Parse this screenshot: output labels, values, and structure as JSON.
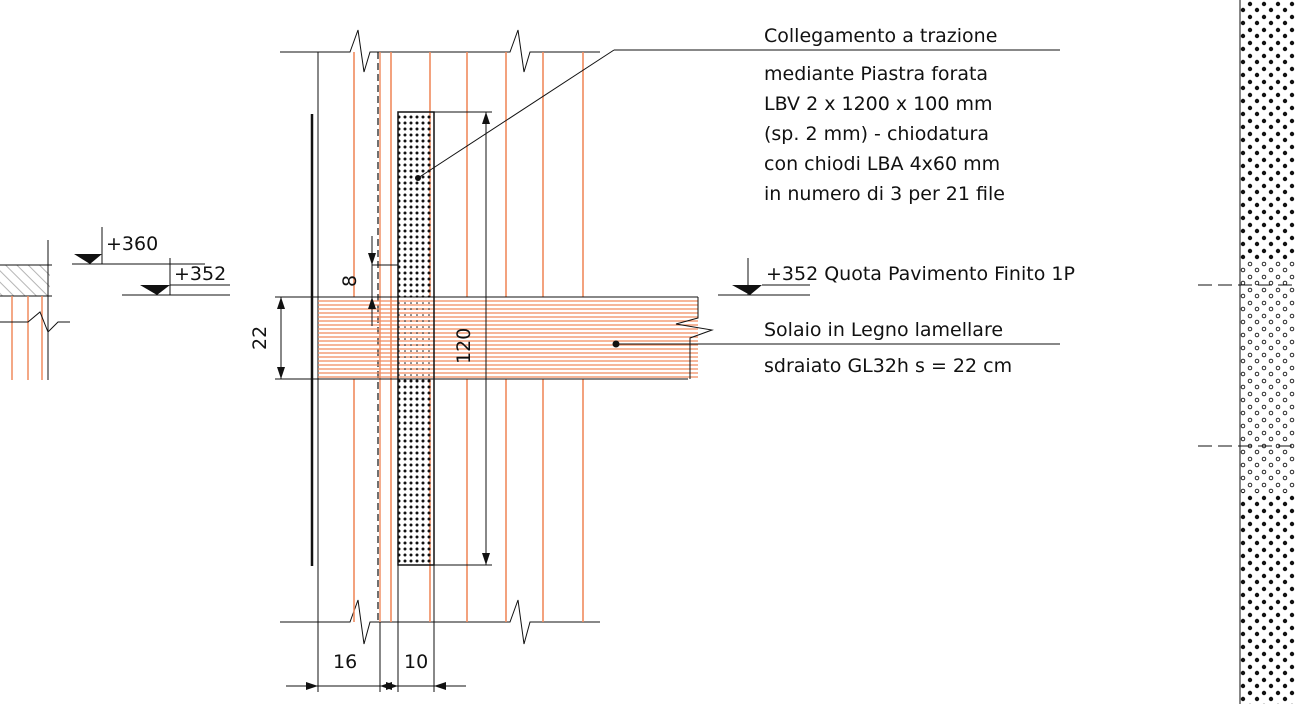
{
  "colors": {
    "background": "#ffffff",
    "line": "#111111",
    "timber": "#f08a5d",
    "hatch": "#b5b5b5"
  },
  "levels": {
    "left_upper": "+360",
    "left_lower": "+352",
    "right": "+352 Quota Pavimento Finito 1P"
  },
  "annotations": {
    "plate_lines": [
      "Collegamento a trazione",
      "mediante Piastra forata",
      "LBV 2 x 1200 x 100 mm",
      "(sp. 2 mm) - chiodatura",
      "con chiodi LBA 4x60 mm",
      "in numero di 3 per 21 file"
    ],
    "floor_lines": [
      "Solaio in Legno lamellare",
      "sdraiato GL32h s = 22 cm"
    ]
  },
  "dimensions": {
    "floor_thickness": "22",
    "gap": "8",
    "plate_length": "120",
    "wall_offset": "16",
    "plate_width": "10"
  }
}
